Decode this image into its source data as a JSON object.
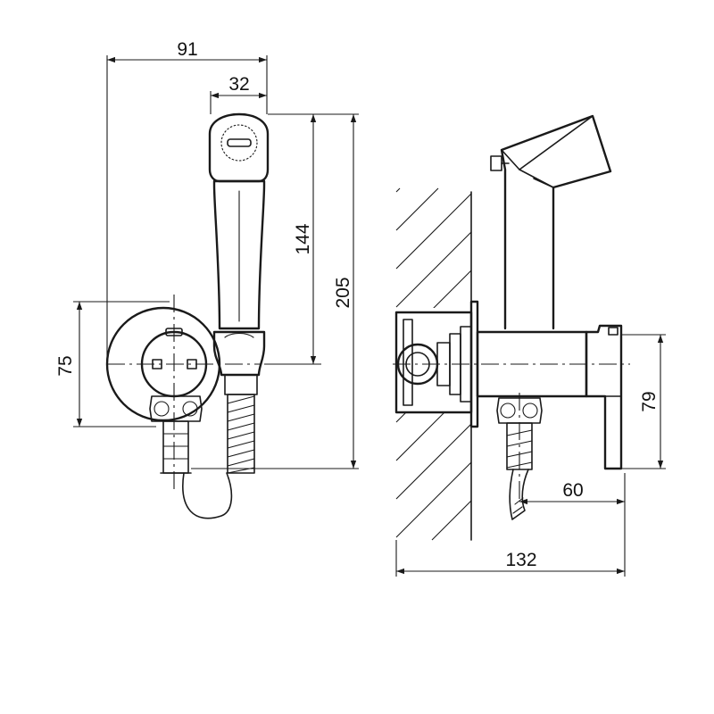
{
  "dimensions": {
    "total_width": "91",
    "handle_width": "32",
    "handle_length": "144",
    "total_height": "205",
    "rosette_height": "75",
    "body_height": "79",
    "hose_offset": "60",
    "depth": "132"
  }
}
